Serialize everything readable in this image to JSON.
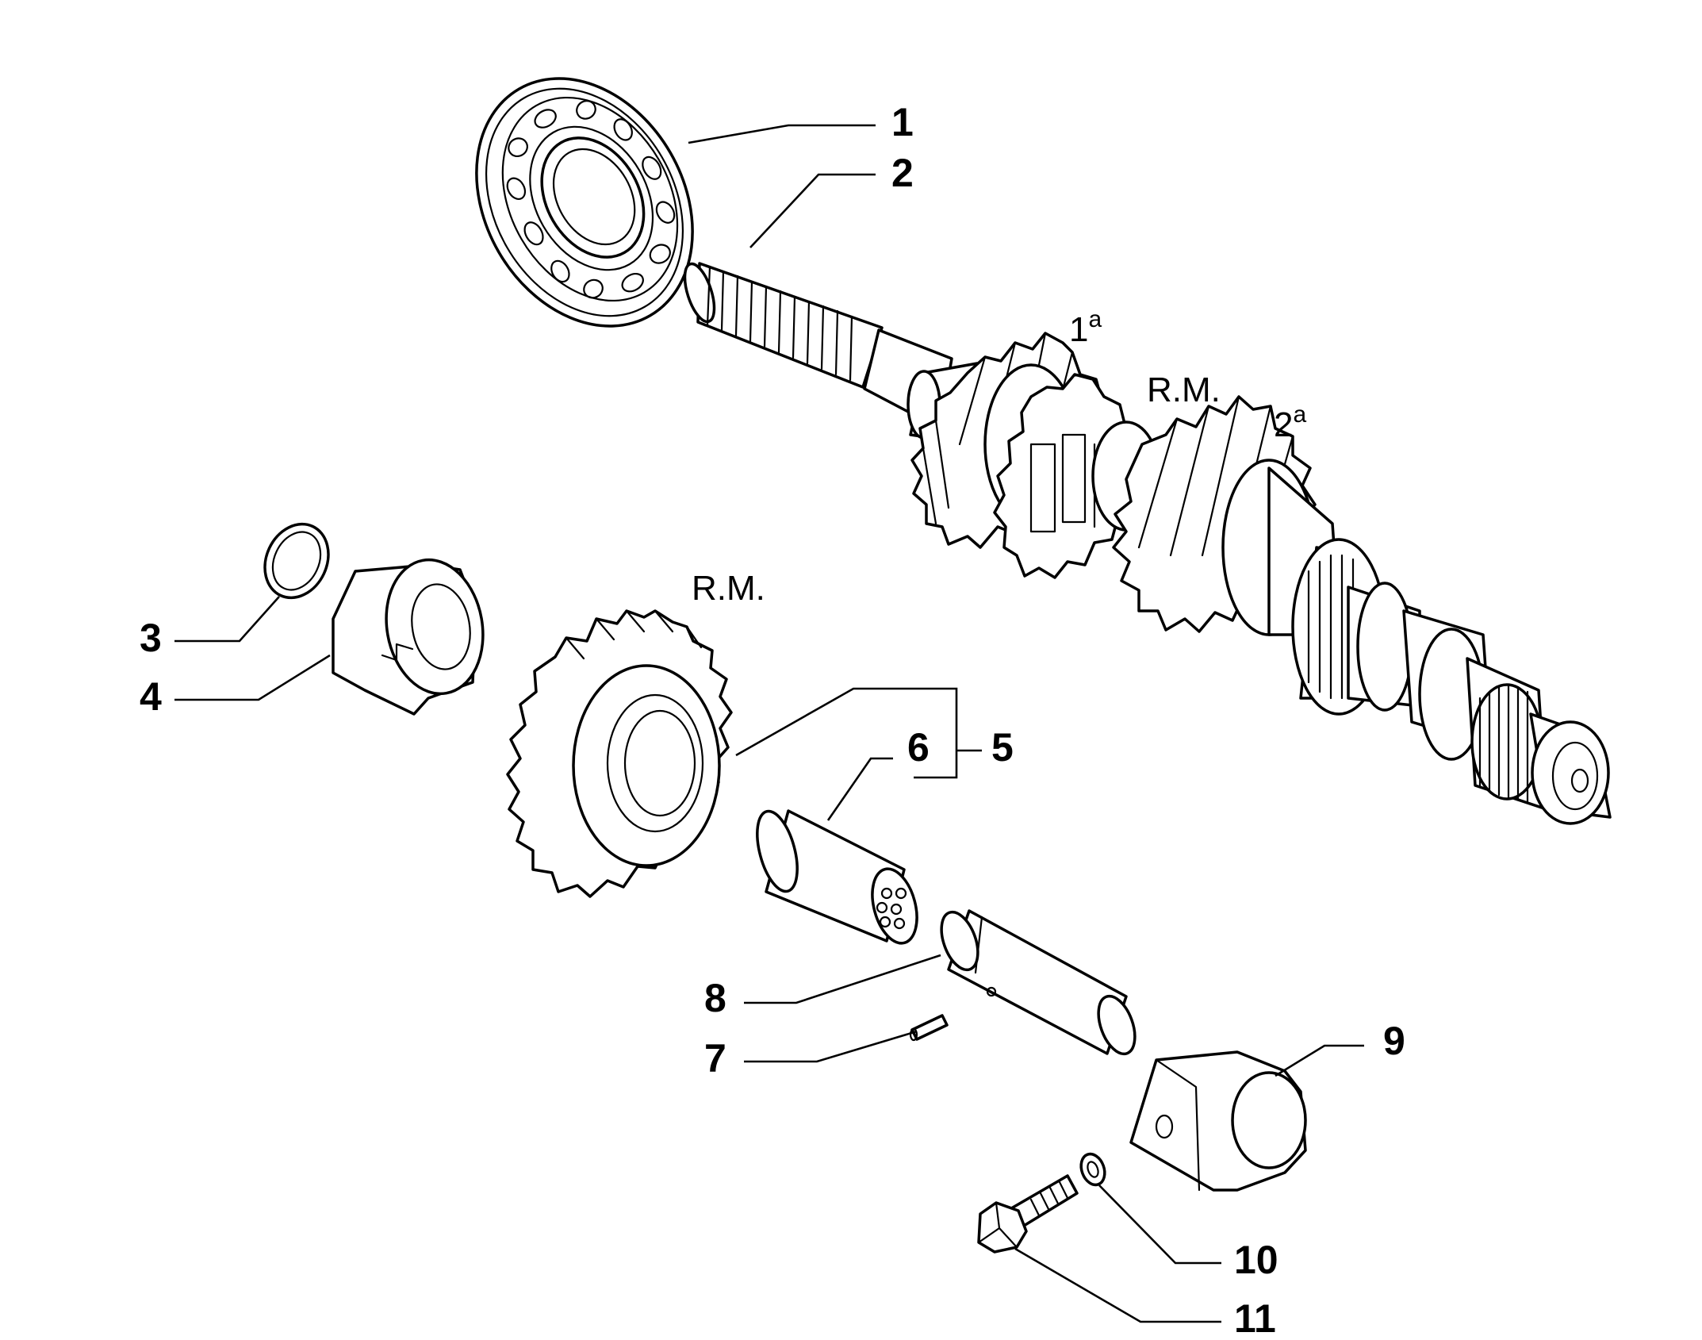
{
  "diagram": {
    "callouts": {
      "c1": "1",
      "c2": "2",
      "c3": "3",
      "c4": "4",
      "c5": "5",
      "c6": "6",
      "c7": "7",
      "c8": "8",
      "c9": "9",
      "c10": "10",
      "c11": "11"
    },
    "gear_labels": {
      "first_num": "1",
      "first_sup": "a",
      "reverse_shaft": "R.M.",
      "second_num": "2",
      "second_sup": "a",
      "reverse_gear": "R.M."
    },
    "colors": {
      "line": "#000000",
      "background": "#ffffff"
    }
  }
}
